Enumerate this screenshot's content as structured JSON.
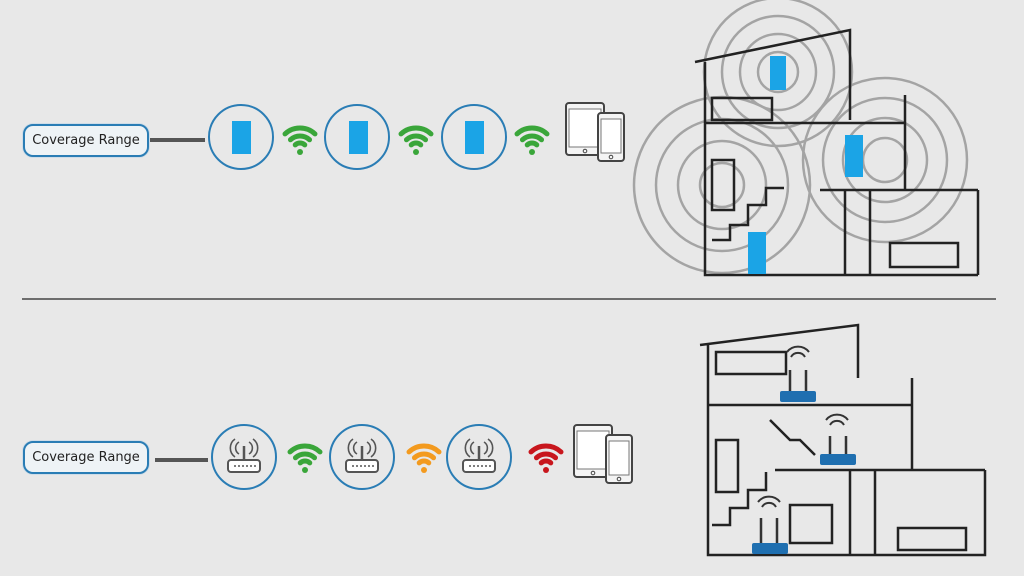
{
  "mesh_row": {
    "label": "Coverage Range",
    "node_icon": "mesh-node-icon",
    "signals": [
      "good",
      "good",
      "good"
    ]
  },
  "extender_row": {
    "label": "Coverage Range",
    "node_icon": "router-icon",
    "signals": [
      "good",
      "medium",
      "weak"
    ]
  },
  "colors": {
    "good": "#3aa63a",
    "medium": "#f39a1e",
    "weak": "#c8161d",
    "mesh_blue": "#1ba4e6",
    "circle": "#2a7db5",
    "router_blue": "#1f6fb0"
  }
}
